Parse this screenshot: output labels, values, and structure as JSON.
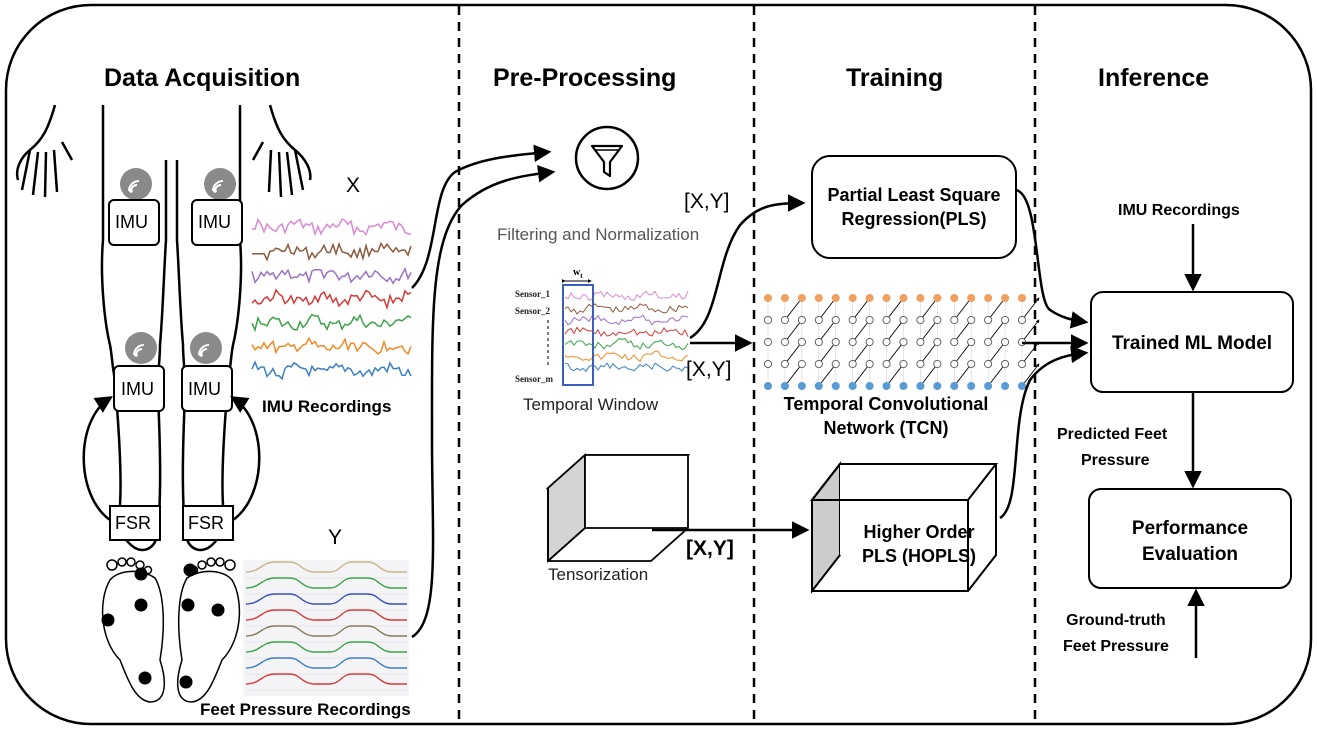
{
  "sections": {
    "data_acquisition": "Data Acquisition",
    "pre_processing": "Pre-Processing",
    "training": "Training",
    "inference": "Inference"
  },
  "acquisition": {
    "imu_labels": [
      "IMU",
      "IMU",
      "IMU",
      "IMU"
    ],
    "fsr_labels": [
      "FSR",
      "FSR"
    ],
    "x_label": "X",
    "y_label": "Y",
    "imu_recordings": "IMU Recordings",
    "feet_pressure_recordings": "Feet Pressure Recordings"
  },
  "preprocessing": {
    "filtering": "Filtering and Normalization",
    "xy_filter": "[X,Y]",
    "temporal_window": "Temporal Window",
    "window_symbol": "w",
    "window_subscript": "t",
    "sensor_1": "Sensor_1",
    "sensor_2": "Sensor_2",
    "sensor_m": "Sensor_m",
    "xy_window": "[X,Y]",
    "tensorization": "Tensorization",
    "xy_tensor": "[X,Y]"
  },
  "training": {
    "pls_line1": "Partial Least Square",
    "pls_line2": "Regression(PLS)",
    "tcn_line1": "Temporal Convolutional",
    "tcn_line2": "Network (TCN)",
    "hopls_line1": "Higher Order",
    "hopls_line2": "PLS (HOPLS)"
  },
  "inference": {
    "imu_recordings": "IMU Recordings",
    "trained_model": "Trained ML Model",
    "predicted_line1": "Predicted Feet",
    "predicted_line2": "Pressure",
    "performance_line1": "Performance",
    "performance_line2": "Evaluation",
    "ground_truth_line1": "Ground-truth",
    "ground_truth_line2": "Feet Pressure"
  },
  "colors": {
    "imu_series": [
      "#d98ad0",
      "#8b5a3c",
      "#9a72c4",
      "#d43b3b",
      "#3da34a",
      "#f08a24",
      "#3a7fc1"
    ],
    "pressure_series": [
      "#c8b68a",
      "#3da34a",
      "#3a4fb8",
      "#d43b3b",
      "#8a7a5a",
      "#3da34a",
      "#3a7fc1",
      "#d43b3b"
    ],
    "tcn_top_node": "#f0a060",
    "tcn_bottom_node": "#5b9bd5",
    "window_box": "#3a5fb8",
    "wifi_icon": "#8a8a8a"
  }
}
